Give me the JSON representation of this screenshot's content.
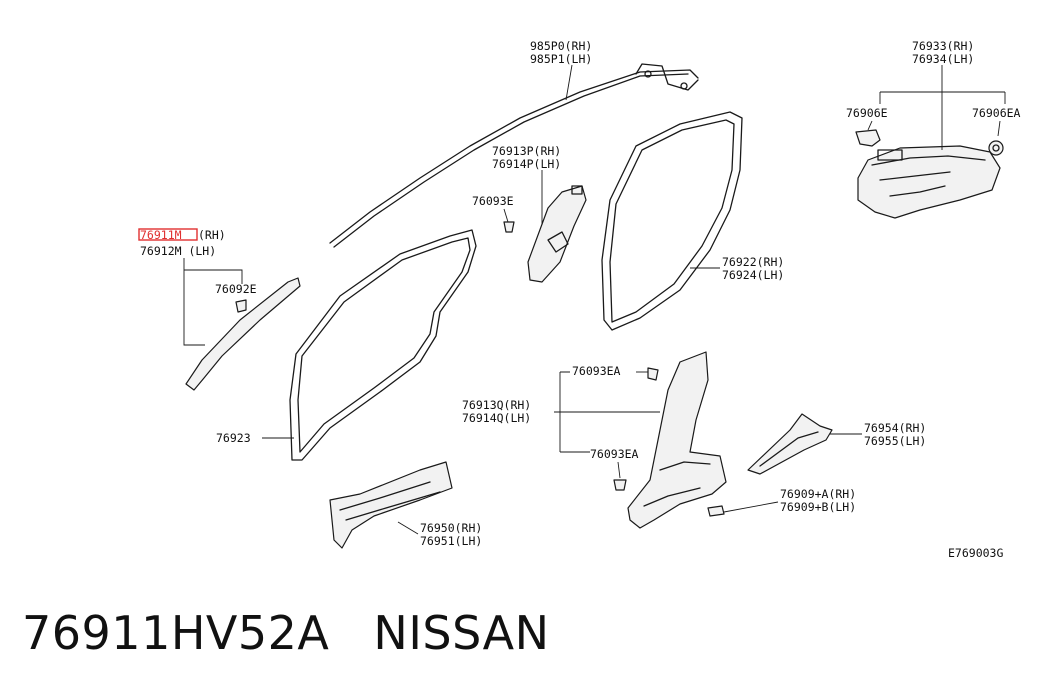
{
  "callouts": {
    "c985p": [
      "985P0(RH)",
      "985P1(LH)"
    ],
    "c76933": [
      "76933(RH)",
      "76934(LH)"
    ],
    "c76906e": "76906E",
    "c76906ea": "76906EA",
    "c76913p": [
      "76913P(RH)",
      "76914P(LH)"
    ],
    "c76093e": "76093E",
    "c76911m": [
      "76911M",
      "(RH)",
      "76912M (LH)"
    ],
    "c76092e": "76092E",
    "c76922": [
      "76922(RH)",
      "76924(LH)"
    ],
    "c76923": "76923",
    "c76093ea_top": "76093EA",
    "c76913q": [
      "76913Q(RH)",
      "76914Q(LH)"
    ],
    "c76093ea_bottom": "76093EA",
    "c76954": [
      "76954(RH)",
      "76955(LH)"
    ],
    "c76909": [
      "76909+A(RH)",
      "76909+B(LH)"
    ],
    "c76950": [
      "76950(RH)",
      "76951(LH)"
    ],
    "drawing_code": "E769003G"
  },
  "highlight_color": "#e03030",
  "caption": {
    "part_number": "76911HV52A",
    "brand": "NISSAN"
  }
}
